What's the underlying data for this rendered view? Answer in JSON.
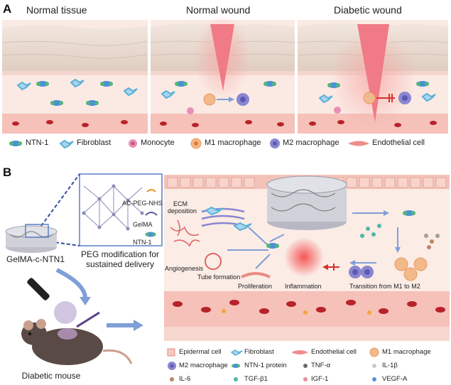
{
  "panel_a": {
    "letter": "A",
    "titles": [
      "Normal tissue",
      "Normal wound",
      "Diabetic wound"
    ],
    "legend": [
      {
        "label": "NTN-1",
        "icon": "ntn1-icon"
      },
      {
        "label": "Fibroblast",
        "icon": "fibroblast-icon"
      },
      {
        "label": "Monocyte",
        "icon": "monocyte-icon"
      },
      {
        "label": "M1 macrophage",
        "icon": "m1-macrophage-icon"
      },
      {
        "label": "M2 macrophage",
        "icon": "m2-macrophage-icon"
      },
      {
        "label": "Endothelial cell",
        "icon": "endothelial-cell-icon"
      }
    ]
  },
  "panel_b": {
    "letter": "B",
    "inset_labels": {
      "peg": "AC-PEG-NHS",
      "gelma": "GelMA",
      "ntn": "NTN-1"
    },
    "peg_caption_line1": "PEG modification for",
    "peg_caption_line2": "sustained delivery",
    "hydrogel_label": "GelMA-c-NTN1",
    "mouse_label": "Diabetic mouse",
    "process_labels": {
      "ecm_line1": "ECM",
      "ecm_line2": "deposition",
      "angiogenesis": "Angiogenesis",
      "tube_formation": "Tube formation",
      "proliferation": "Proliferation",
      "inflammation": "Inflammation",
      "transition": "Transition from M1 to M2"
    },
    "legend": [
      {
        "label": "Epidermal cell",
        "icon": "epidermal-cell-icon"
      },
      {
        "label": "Fibroblast",
        "icon": "fibroblast-icon"
      },
      {
        "label": "Endothelial cell",
        "icon": "endothelial-cell-icon"
      },
      {
        "label": "M1 macrophage",
        "icon": "m1-macrophage-icon"
      },
      {
        "label": "M2 macrophage",
        "icon": "m2-macrophage-icon"
      },
      {
        "label": "NTN-1 protein",
        "icon": "ntn1-protein-icon"
      },
      {
        "label": "TNF-α",
        "icon": "tnf-alpha-icon"
      },
      {
        "label": "IL-1β",
        "icon": "il1b-icon"
      },
      {
        "label": "IL-6",
        "icon": "il6-icon"
      },
      {
        "label": "TGF-β1",
        "icon": "tgfb1-icon"
      },
      {
        "label": "IGF-1",
        "icon": "igf1-icon"
      },
      {
        "label": "VEGF-A",
        "icon": "vegfa-icon"
      }
    ]
  },
  "colors": {
    "skin_top": "#e9dcd3",
    "dermis": "#fbe9e4",
    "blood_vessel": "#f5c1b8",
    "rbc": "#b8222b",
    "arrow_blue": "#7f9fd6",
    "inhibit_red": "#d9302c",
    "inflammation": "#f23b3b",
    "ntn_green": "#4fb77c",
    "ntn_blue": "#4d8fd6",
    "m2_purple": "#8a86cf",
    "m1_orange": "#f2b98a"
  }
}
